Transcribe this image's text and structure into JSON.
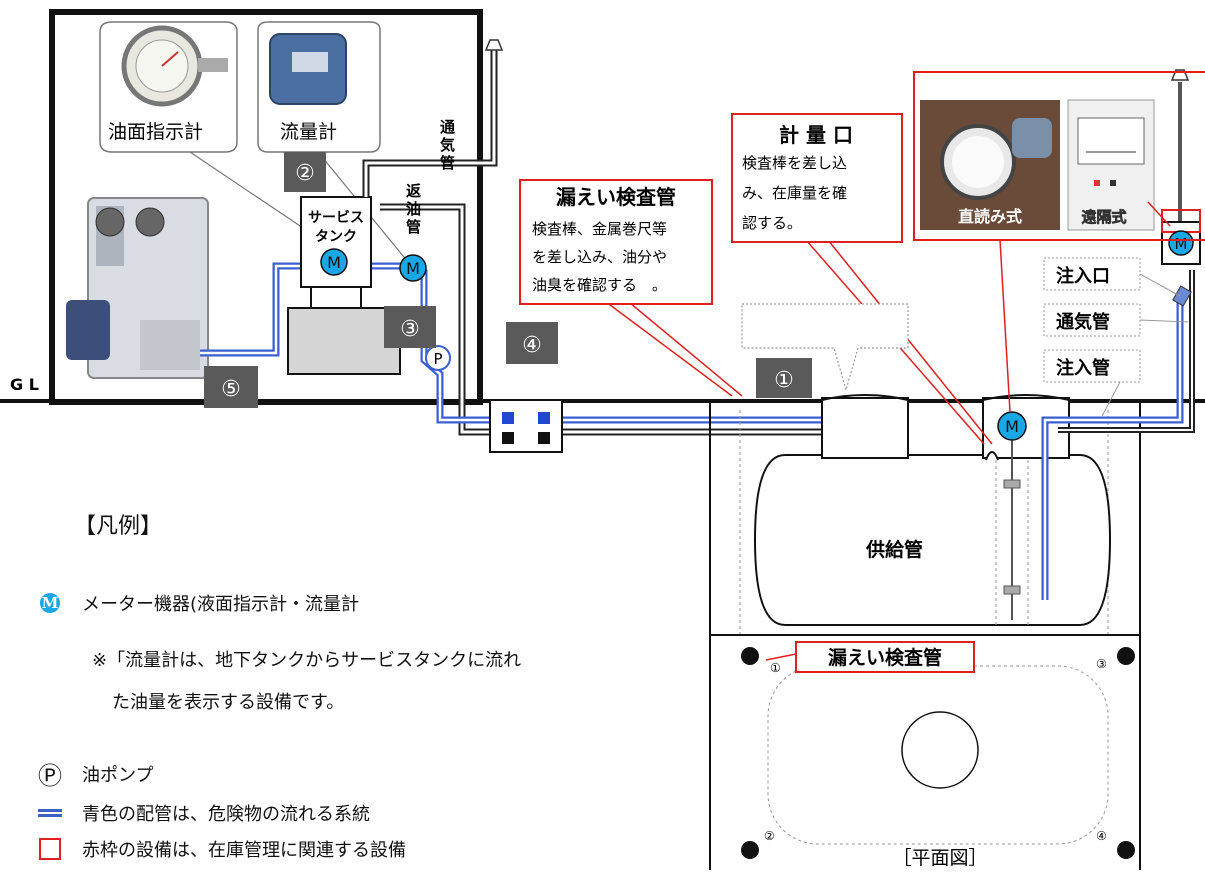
{
  "labels": {
    "oil_level_gauge": "油面指示計",
    "flow_meter": "流量計",
    "service_tank_line1": "サービス",
    "service_tank_line2": "タンク",
    "vent_pipe_vertical": "通気管",
    "return_pipe_vertical": "返油管",
    "gl": "G L",
    "supply_pipe": "供給管",
    "inlet_port": "注入口",
    "vent_pipe": "通気管",
    "fill_pipe": "注入管",
    "plan_view": "［平面図］",
    "direct_read": "直読み式",
    "remote_type": "遠隔式",
    "meter_symbol": "M",
    "pump_symbol": "P"
  },
  "callouts": {
    "leak_pipe": {
      "title": "漏えい検査管",
      "body_lines": [
        "検査棒、金属巻尺等",
        "を差し込み、油分や",
        "油臭を確認する　。"
      ]
    },
    "measuring_port": {
      "title": "計 量 口",
      "body_lines": [
        "検査棒を差し込",
        "み、在庫量を確",
        "認する。"
      ]
    },
    "plan_leak_pipe": "漏えい検査管"
  },
  "markers": [
    "②",
    "③",
    "④",
    "⑤",
    "①"
  ],
  "plan_markers": [
    "①",
    "②",
    "③",
    "④"
  ],
  "legend": {
    "title": "【凡例】",
    "meter_text": "メーター機器(液面指示計・流量計",
    "note_line1": "※「流量計は、地下タンクからサービスタンクに流れ",
    "note_line2": "た油量を表示する設備です。",
    "pump_text": "油ポンプ",
    "blue_pipe_text": "青色の配管は、危険物の流れる系統",
    "red_frame_text": "赤枠の設備は、在庫管理に関連する設備"
  },
  "colors": {
    "supply_blue": "#3a5fd0",
    "meter_cyan": "#1aa7e6",
    "frame_red": "#e02020",
    "marker_gray": "#5a5a5a"
  }
}
